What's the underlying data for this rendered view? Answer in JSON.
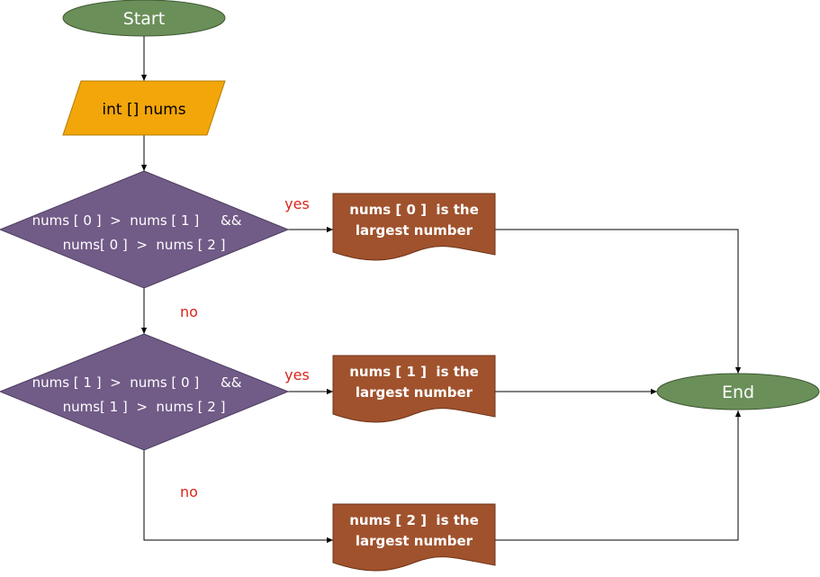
{
  "colors": {
    "terminal": "#6a8f59",
    "input": "#f2a60a",
    "decision": "#715b87",
    "output": "#a0522d",
    "edge_label": "#d9261c"
  },
  "nodes": {
    "start": "Start",
    "input": "int [] nums",
    "decision1_line1": "nums [ 0 ]  >  nums [ 1 ]     &&",
    "decision1_line2": "nums[ 0 ]  >  nums [ 2 ]",
    "out1_line1": "nums [ 0 ]  is the",
    "out1_line2": "largest number",
    "decision2_line1": "nums [ 1 ]  >  nums [ 0 ]     &&",
    "decision2_line2": "nums[ 1 ]  >  nums [ 2 ]",
    "out2_line1": "nums [ 1 ]  is the",
    "out2_line2": "largest number",
    "out3_line1": "nums [ 2 ]  is the",
    "out3_line2": "largest number",
    "end": "End"
  },
  "edge_labels": {
    "yes1": "yes",
    "no1": "no",
    "yes2": "yes",
    "no2": "no"
  }
}
